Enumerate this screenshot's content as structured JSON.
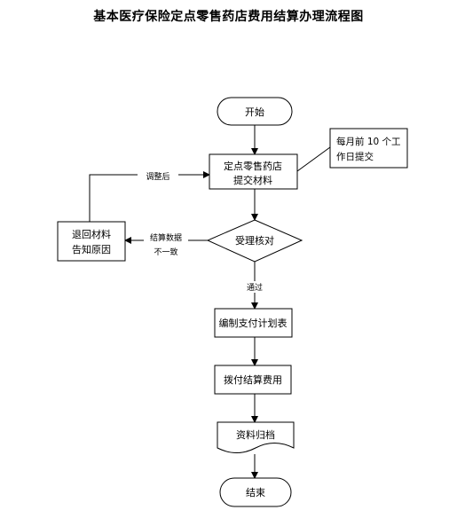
{
  "title": "基本医疗保险定点零售药店费用结算办理流程图",
  "nodes": {
    "start": "开始",
    "submit_line1": "定点零售药店",
    "submit_line2": "提交材料",
    "note_line1": "每月前 10 个工",
    "note_line2": "作日提交",
    "review": "受理核对",
    "return_line1": "退回材料",
    "return_line2": "告知原因",
    "plan": "编制支付计划表",
    "pay": "拨付结算费用",
    "archive": "资料归档",
    "end": "结束"
  },
  "edge_labels": {
    "adjusted": "调整后",
    "mismatch_line1": "结算数据",
    "mismatch_line2": "不一致",
    "passed": "通过"
  }
}
